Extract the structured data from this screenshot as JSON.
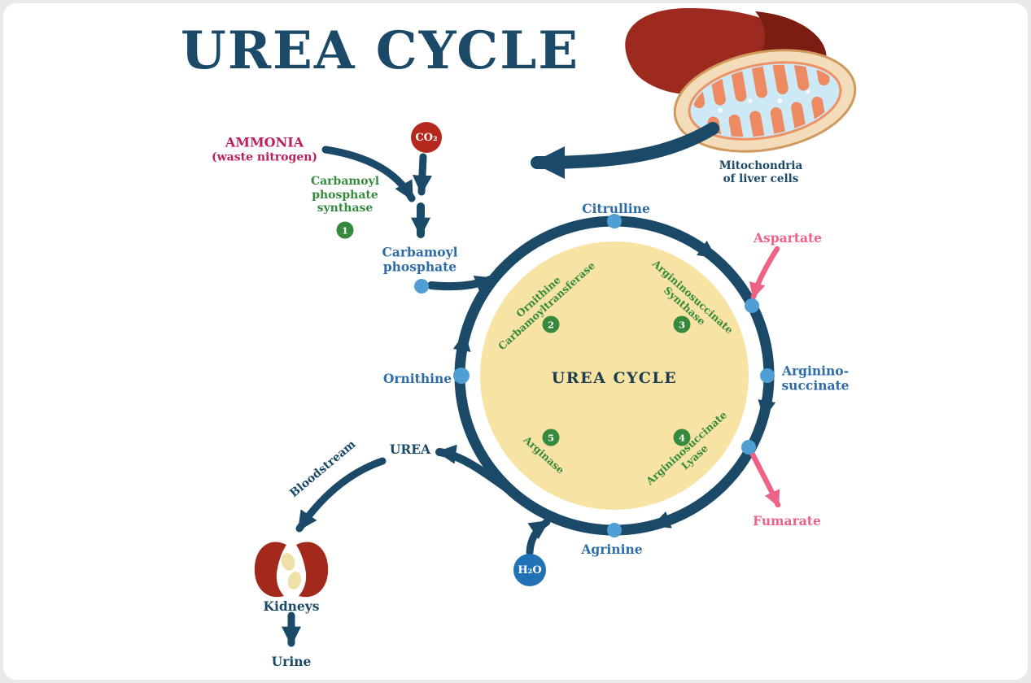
{
  "header": {
    "title": "UREA CYCLE"
  },
  "cycle": {
    "center_label": "UREA CYCLE",
    "metabolites": {
      "carbamoyl_phosphate_line1": "Carbamoyl",
      "carbamoyl_phosphate_line2": "phosphate",
      "citrulline": "Citrulline",
      "aspartate": "Aspartate",
      "argininosuccinate_line1": "Arginino-",
      "argininosuccinate_line2": "succinate",
      "fumarate": "Fumarate",
      "arginine": "Agrinine",
      "ornithine": "Ornithine",
      "urea": "UREA"
    },
    "enzymes": {
      "e1_line1": "Carbamoyl",
      "e1_line2": "phosphate",
      "e1_line3": "synthase",
      "e1_num": "1",
      "e2_line1": "Ornithine",
      "e2_line2": "Carbamoyltransferase",
      "e2_num": "2",
      "e3_line1": "Argininosuccinate",
      "e3_line2": "Synthase",
      "e3_num": "3",
      "e4_line1": "Argininosuccinate",
      "e4_line2": "Lyase",
      "e4_num": "4",
      "e5_line1": "Arginase",
      "e5_num": "5"
    }
  },
  "inputs": {
    "ammonia_line1": "AMMONIA",
    "ammonia_line2": "(waste nitrogen)",
    "co2": "CO₂",
    "h2o": "H₂O"
  },
  "excretion": {
    "bloodstream": "Bloodstream",
    "kidneys": "Kidneys",
    "urine": "Urine"
  },
  "organs": {
    "mitochondria_caption_line1": "Mitochondria",
    "mitochondria_caption_line2": "of liver cells"
  },
  "colors": {
    "navy": "#1b4a68",
    "blue": "#2d6ca6",
    "green": "#358a3e",
    "magenta": "#bb1f5e",
    "pink": "#ee6285",
    "red": "#b5281e",
    "h2o": "#2071b6",
    "node": "#4f9fd4",
    "disc": "#f7e3a3"
  }
}
